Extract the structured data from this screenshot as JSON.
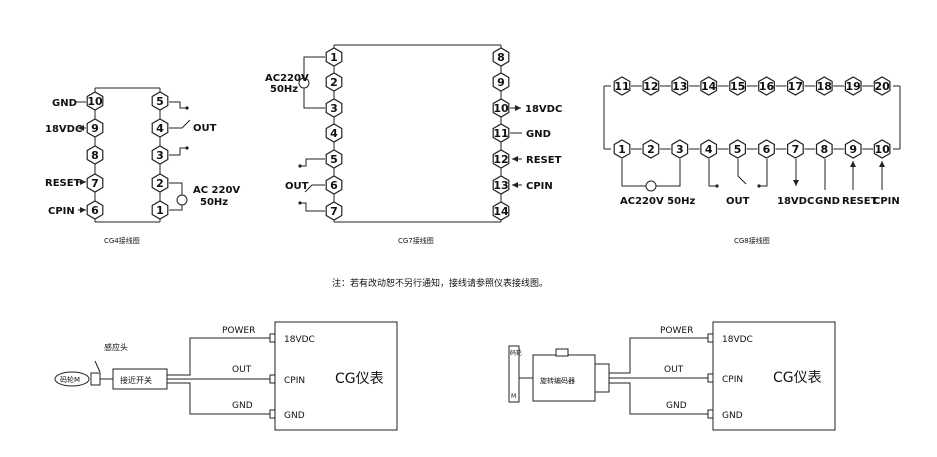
{
  "cg4": {
    "caption": "CG4接线图",
    "left_terms": [
      "10",
      "9",
      "8",
      "7",
      "6"
    ],
    "right_terms": [
      "5",
      "4",
      "3",
      "2",
      "1"
    ],
    "labels": {
      "gnd": "GND",
      "vdc": "18VDC",
      "reset": "RESET",
      "cpin": "CPIN",
      "out": "OUT",
      "ac": "AC 220V",
      "hz": "50Hz"
    }
  },
  "cg7": {
    "caption": "CG7接线图",
    "left_terms": [
      "1",
      "2",
      "3",
      "4",
      "5",
      "6",
      "7"
    ],
    "right_terms": [
      "8",
      "9",
      "10",
      "11",
      "12",
      "13",
      "14"
    ],
    "labels": {
      "ac": "AC220V",
      "hz": "50Hz",
      "out": "OUT",
      "vdc": "18VDC",
      "gnd": "GND",
      "reset": "RESET",
      "cpin": "CPIN"
    }
  },
  "cg8": {
    "caption": "CG8接线图",
    "top_terms": [
      "11",
      "12",
      "13",
      "14",
      "15",
      "16",
      "17",
      "18",
      "19",
      "20"
    ],
    "bottom_terms": [
      "1",
      "2",
      "3",
      "4",
      "5",
      "6",
      "7",
      "8",
      "9",
      "10"
    ],
    "labels": {
      "ac": "AC220V 50Hz",
      "out": "OUT",
      "vdc": "18VDC",
      "gnd": "GND",
      "reset": "RESET",
      "cpin": "CPIN"
    }
  },
  "note": "注：若有改动恕不另行通知，接线请参照仪表接线图。",
  "proximity": {
    "sensor_head": "感应头",
    "wheel": "码轮M",
    "switch": "接近开关",
    "power": "POWER",
    "out": "OUT",
    "gnd": "GND",
    "t_vdc": "18VDC",
    "t_cpin": "CPIN",
    "t_gnd": "GND",
    "meter": "CG仪表"
  },
  "encoder": {
    "wheel": "码轮",
    "m": "M",
    "encoder": "旋转编码器",
    "power": "POWER",
    "out": "OUT",
    "gnd": "GND",
    "t_vdc": "18VDC",
    "t_cpin": "CPIN",
    "t_gnd": "GND",
    "meter": "CG仪表"
  }
}
